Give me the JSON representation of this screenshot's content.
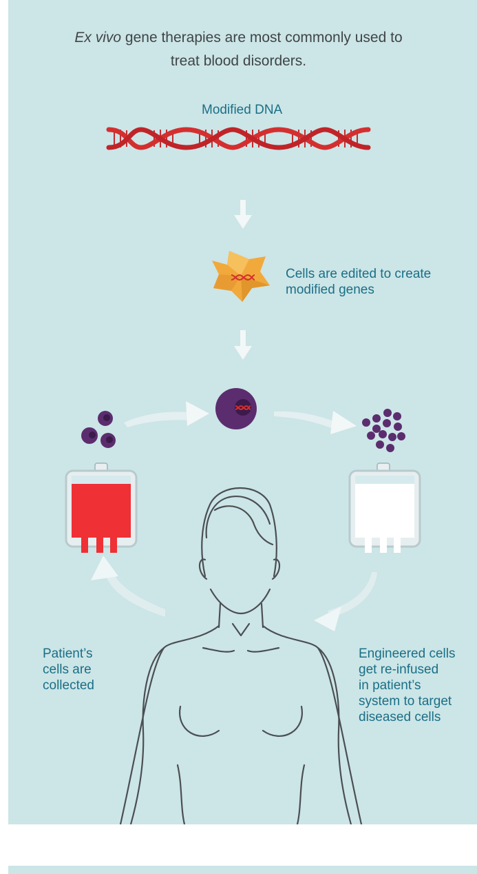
{
  "intro": {
    "italic_lead": "Ex vivo",
    "text_line1_rest": "gene therapies are most commonly used to",
    "text_line2": "treat blood disorders."
  },
  "labels": {
    "modified_dna": "Modified DNA",
    "cells_edited_line1": "Cells are edited to create",
    "cells_edited_line2": "modified genes",
    "collected_line1": "Patient’s",
    "collected_line2": "cells are",
    "collected_line3": "collected",
    "reinfused_line1": "Engineered cells",
    "reinfused_line2": "get re-infused",
    "reinfused_line3": "in patient’s",
    "reinfused_line4": "system to target",
    "reinfused_line5": "diseased cells"
  },
  "colors": {
    "background": "#cce5e7",
    "label_text": "#1a6f86",
    "dna_red": "#d42f2f",
    "blood_red": "#ef3035",
    "cell_purple": "#5b2d6e",
    "edit_cell_orange": "#f2a93b",
    "outline_gray": "#4a4f53"
  }
}
